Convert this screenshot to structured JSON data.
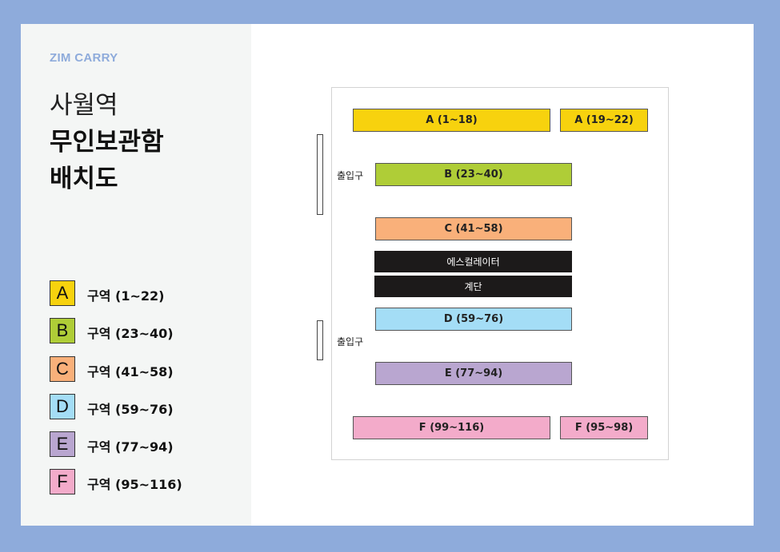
{
  "brand": "ZIM CARRY",
  "title": {
    "line1": "사월역",
    "line2": "무인보관함",
    "line3": "배치도"
  },
  "colors": {
    "A": "#f7d20e",
    "B": "#afcd37",
    "C": "#f9b07a",
    "D": "#a4ddf6",
    "E": "#b9a6d0",
    "F": "#f3abca",
    "dark": "#1c1a1a",
    "frame": "#8eabdb"
  },
  "legend": [
    {
      "letter": "A",
      "label": "구역 (1~22)"
    },
    {
      "letter": "B",
      "label": "구역 (23~40)"
    },
    {
      "letter": "C",
      "label": "구역 (41~58)"
    },
    {
      "letter": "D",
      "label": "구역 (59~76)"
    },
    {
      "letter": "E",
      "label": "구역 (77~94)"
    },
    {
      "letter": "F",
      "label": "구역 (95~116)"
    }
  ],
  "map": {
    "zones": {
      "a1": "A (1~18)",
      "a2": "A (19~22)",
      "b": "B (23~40)",
      "c": "C (41~58)",
      "d": "D (59~76)",
      "e": "E (77~94)",
      "f1": "F (99~116)",
      "f2": "F (95~98)"
    },
    "escalator": "에스컬레이터",
    "stairs": "계단",
    "entrance_top": "출입구",
    "entrance_bottom": "출입구"
  }
}
